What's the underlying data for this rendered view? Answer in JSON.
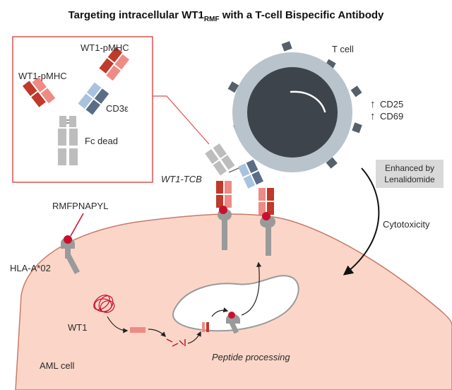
{
  "title": {
    "prefix": "Targeting intracellular WT1",
    "subscript": "RMF",
    "suffix": " with a T-cell Bispecific Antibody"
  },
  "labels": {
    "t_cell": "T cell",
    "cd25": "CD25",
    "cd69": "CD69",
    "wt1_pmhc_top": "WT1-pMHC",
    "wt1_pmhc_left": "WT1-pMHC",
    "cd3e": "CD3ε",
    "fc_dead": "Fc dead",
    "wt1_tcb": "WT1-TCB",
    "enhanced_line1": "Enhanced by",
    "enhanced_line2": "Lenalidomide",
    "cytotoxicity": "Cytotoxicity",
    "rmfpnapyl": "RMFPNAPYL",
    "hla": "HLA-A*02",
    "wt1": "WT1",
    "peptide_processing": "Peptide processing",
    "aml_cell": "AML cell",
    "up_arrow": "↑"
  },
  "colors": {
    "dark_red": "#c0392b",
    "light_red": "#ee8b84",
    "dark_blue": "#5b6d86",
    "light_blue": "#a9c3df",
    "grey_ab": "#bdbdbd",
    "cell_fill": "#fbd6c8",
    "cell_stroke": "#c8796a",
    "tcell_outer": "#b9c3cc",
    "tcell_inner": "#3e444c",
    "receptor": "#56606b",
    "hla_grey": "#9a9a9a",
    "peptide_red": "#c8102e",
    "box_red": "#d9534f"
  }
}
